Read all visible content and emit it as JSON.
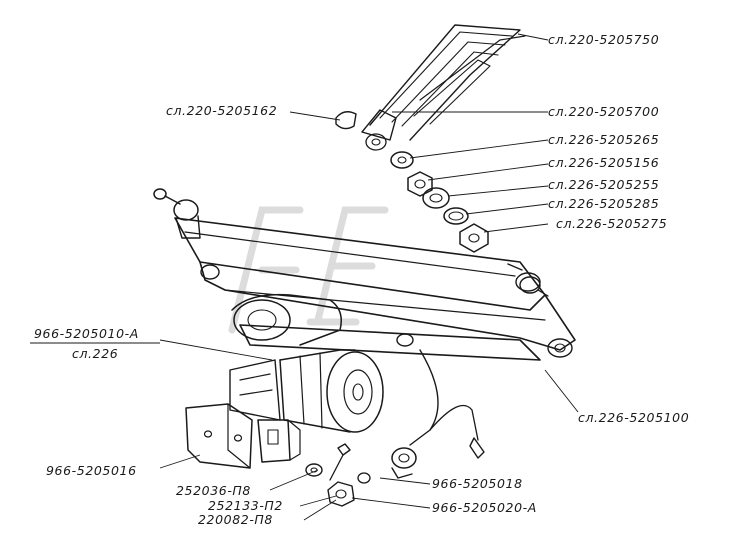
{
  "diagram": {
    "labels": {
      "blade": "сл.220-5205750",
      "cap": "сл.220-5205162",
      "arm": "сл.220-5205700",
      "washer_265": "сл.226-5205265",
      "nut_156": "сл.226-5205156",
      "bushing_255": "сл.226-5205255",
      "ring_285": "сл.226-5205285",
      "nut_275": "сл.226-5205275",
      "motor_top": "966-5205010-А",
      "motor_bottom": "сл.226",
      "linkage": "сл.226-5205100",
      "bracket": "966-5205016",
      "bolt_1": "252036-П8",
      "bolt_2": "252133-П2",
      "bolt_3": "220082-П8",
      "connector_018": "966-5205018",
      "switch_020": "966-5205020-А"
    }
  }
}
